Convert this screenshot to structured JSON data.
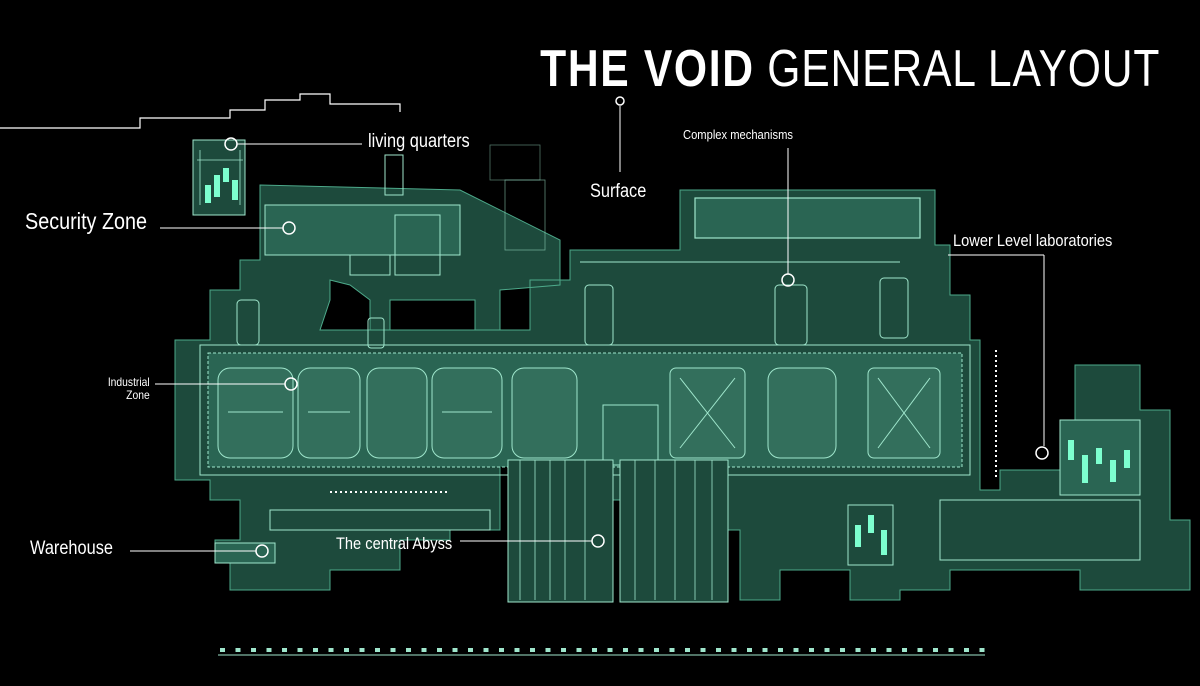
{
  "title": {
    "bold_part": "THE VOID",
    "light_part": "GENERAL LAYOUT"
  },
  "labels": {
    "living_quarters": "living quarters",
    "security_zone": "Security Zone",
    "surface": "Surface",
    "complex_mechanisms": "Complex mechanisms",
    "lower_level_laboratories": "Lower Level laboratories",
    "industrial_zone_line1": "Industrial",
    "industrial_zone_line2": "Zone",
    "warehouse": "Warehouse",
    "central_abyss": "The central Abyss"
  },
  "colors": {
    "background": "#000000",
    "facility_fill": "#1d4a3c",
    "facility_fill_light": "#2a6553",
    "line": "#9fe6cc",
    "accent": "#7dffcf",
    "text": "#ffffff"
  }
}
